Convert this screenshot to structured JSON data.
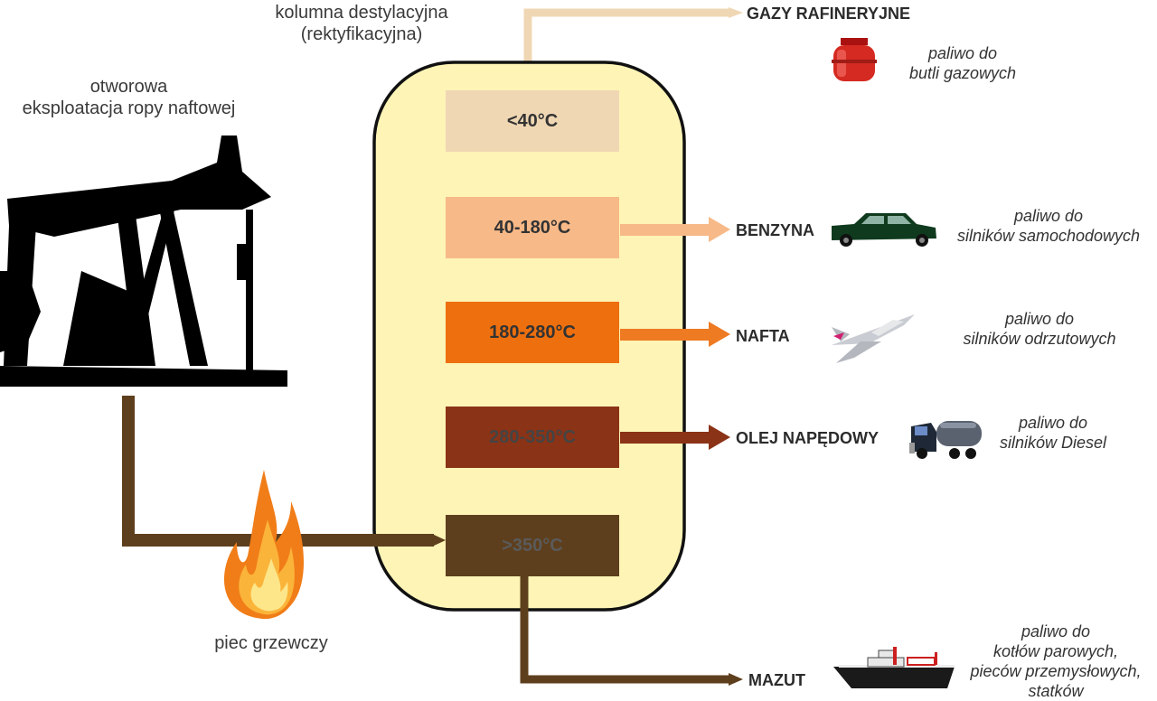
{
  "column_title": [
    "kolumna destylacyjna",
    "(rektyfikacyjna)"
  ],
  "pump_title": [
    "otworowa",
    "eksploatacja ropy naftowej"
  ],
  "furnace_label": "piec grzewczy",
  "trays": [
    {
      "label": "<40°C",
      "color": "#f0d7b4"
    },
    {
      "label": "40-180°C",
      "color": "#f7b987"
    },
    {
      "label": "180-280°C",
      "color": "#ee6f0e"
    },
    {
      "label": "280-350°C",
      "color": "#8b3316"
    },
    {
      "label": ">350°C",
      "color": "#5e3f1d"
    }
  ],
  "products": [
    {
      "name": "GAZY RAFINERYJNE",
      "use": [
        "paliwo do",
        "butli gazowych"
      ],
      "icon": "gas-cylinder-icon"
    },
    {
      "name": "BENZYNA",
      "use": [
        "paliwo do",
        "silników samochodowych"
      ],
      "icon": "car-icon"
    },
    {
      "name": "NAFTA",
      "use": [
        "paliwo do",
        "silników odrzutowych"
      ],
      "icon": "jet-plane-icon"
    },
    {
      "name": "OLEJ NAPĘDOWY",
      "use": [
        "paliwo do",
        "silników Diesel"
      ],
      "icon": "truck-icon"
    },
    {
      "name": "MAZUT",
      "use": [
        "paliwo do",
        "kotłów parowych,",
        "pieców przemysłowych,",
        "statków"
      ],
      "icon": "ship-icon"
    }
  ],
  "colors": {
    "column_fill": "#fdf4b6",
    "crude_pipe": "#5e3f1d",
    "gas_pipe": "#f0d7b4"
  }
}
